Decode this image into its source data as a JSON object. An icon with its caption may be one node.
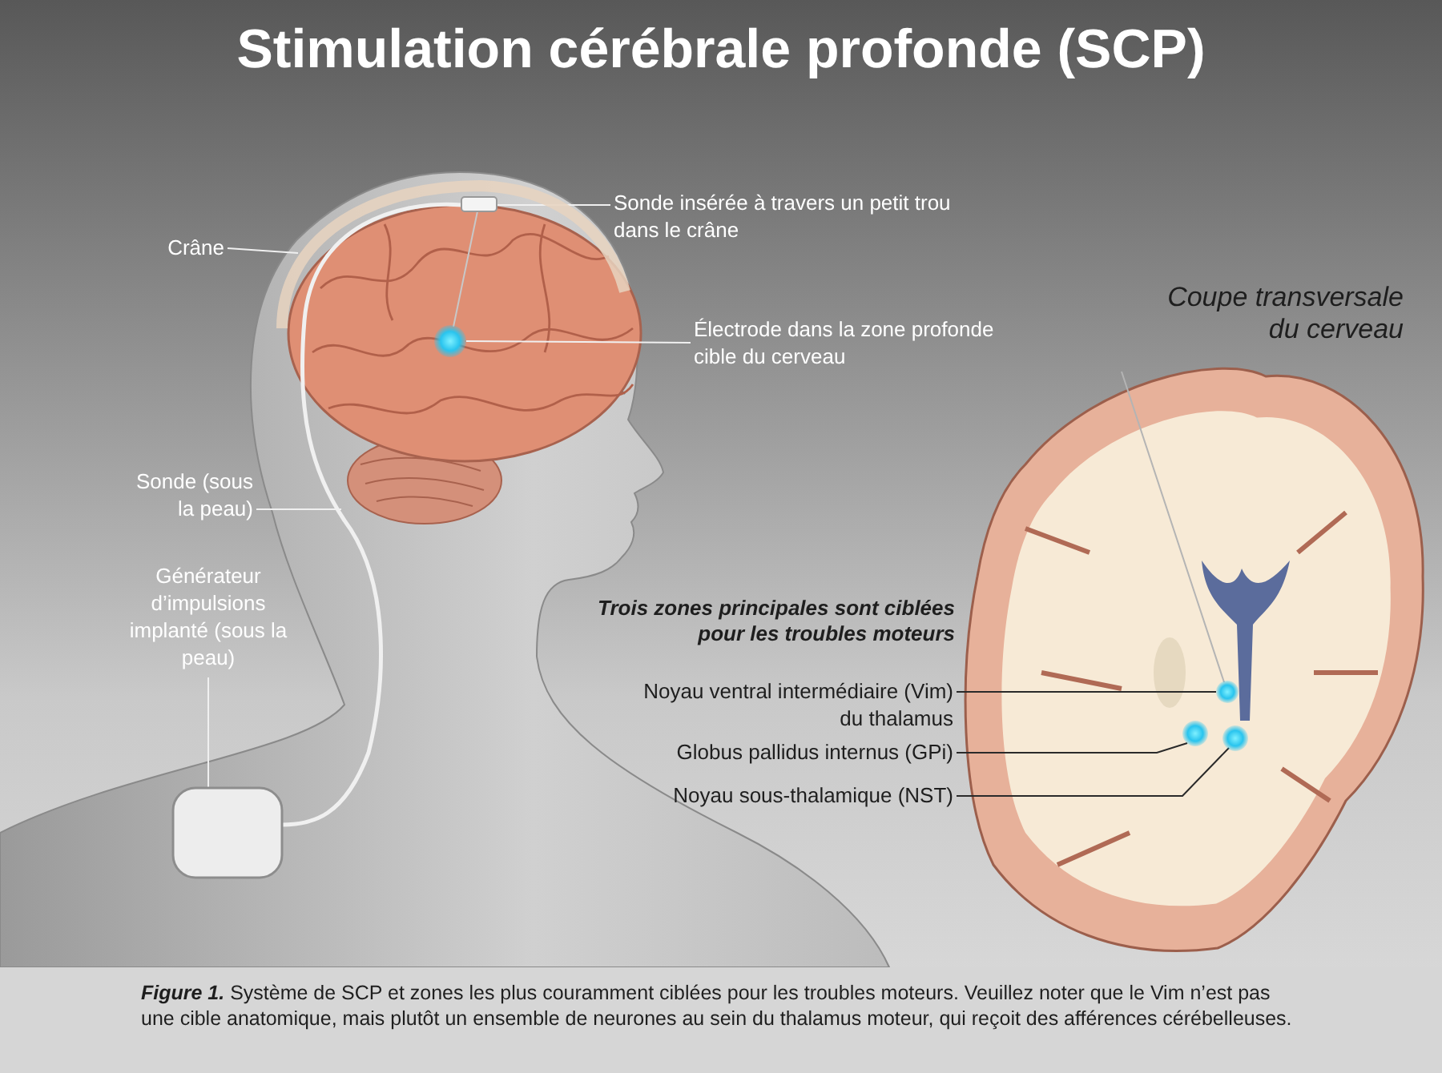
{
  "diagram": {
    "title": "Stimulation cérébrale profonde (SCP)",
    "caption": "**Figure 1.** Système de SCP et zones les plus couramment ciblées pour les troubles moteurs. Veuillez noter que le Vim n’est pas une cible anatomique, mais plutôt un ensemble de neurones au sein du thalamus moteur, qui reçoit des afférences cérébelleuses.",
    "nodes": [
      {
        "text": [
          "Crâne"
        ]
      },
      {
        "text": [
          "Sonde insérée à travers un petit trou dans le crâne"
        ]
      },
      {
        "text": [
          "Électrode dans la zone profonde cible du cerveau"
        ]
      },
      {
        "text": [
          "Sonde (sous la peau)"
        ]
      },
      {
        "text": [
          "Générateur d’impulsions implanté (sous la peau)"
        ]
      },
      {
        "text": [
          "Noyau ventral intermédiaire (Vim) du thalamus"
        ]
      },
      {
        "text": [
          "Globus pallidus internus (GPi)"
        ]
      },
      {
        "text": [
          "Noyau sous-thalamique (NST)"
        ]
      },
      {
        "text": [],
        "shape": "picture"
      },
      {
        "text": [],
        "shape": "box",
        "in": 8
      },
      {
        "text": [],
        "shape": "circle"
      },
      {
        "text": [],
        "shape": "box"
      },
      {
        "text": [],
        "shape": "circle"
      },
      {
        "text": [],
        "shape": "circle"
      },
      {
        "text": [],
        "shape": "circle"
      }
    ],
    "edges": [
      {
        "from": 0,
        "to": 8,
        "arrow": "none"
      },
      {
        "from": 1,
        "to": 9,
        "arrow": "none"
      },
      {
        "from": 2,
        "to": 10,
        "arrow": "none"
      },
      {
        "from": 3,
        "to": null,
        "arrow": "none"
      },
      {
        "from": 4,
        "to": 11,
        "arrow": "none"
      },
      {
        "from": 5,
        "to": 12,
        "arrow": "none",
        "color": "#2a2a2a"
      },
      {
        "from": 6,
        "to": 13,
        "arrow": "none",
        "color": "#2a2a2a"
      },
      {
        "from": 7,
        "to": 14,
        "arrow": "none",
        "color": "#2a2a2a"
      },
      {
        "from": 9,
        "to": 11,
        "arrow": "none",
        "style": "thick"
      },
      {
        "from": 9,
        "to": 10,
        "arrow": "none",
        "color": "#c8c8c8"
      },
      {
        "from": null,
        "to": 12,
        "arrow": "none",
        "color": "#b4b4b4"
      }
    ],
    "labels": [
      "Coupe transversale du cerveau",
      "Trois zones principales sont ciblées pour les troubles moteurs"
    ]
  }
}
